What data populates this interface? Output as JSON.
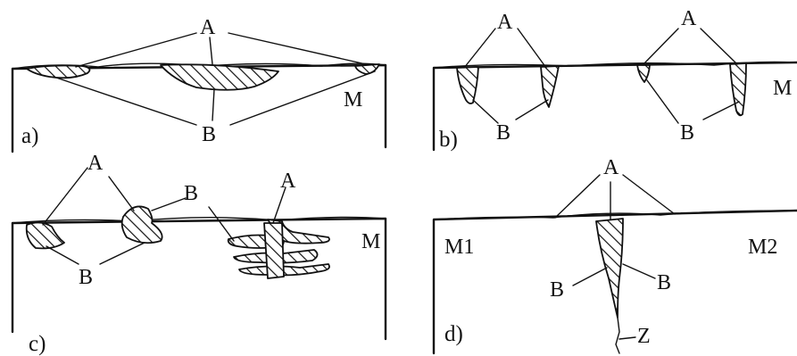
{
  "panels": [
    {
      "caption": "a)",
      "labels": [
        "A",
        "B",
        "M"
      ]
    },
    {
      "caption": "b)",
      "labels": [
        "A",
        "A",
        "B",
        "B",
        "M"
      ]
    },
    {
      "caption": "c)",
      "labels": [
        "A",
        "B",
        "A",
        "B",
        "M"
      ]
    },
    {
      "caption": "d)",
      "labels": [
        "A",
        "B",
        "B",
        "M1",
        "M2",
        "Z"
      ]
    }
  ]
}
